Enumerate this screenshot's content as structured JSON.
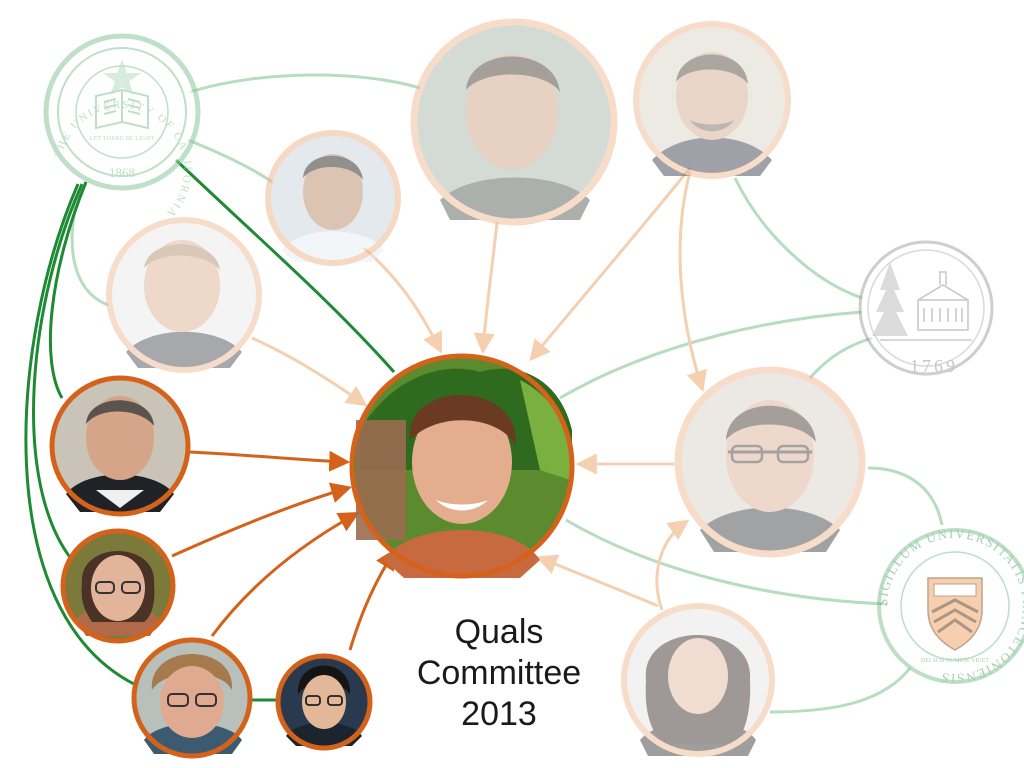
{
  "caption": {
    "line1": "Quals",
    "line2": "Committee",
    "line3": "2013"
  },
  "colors": {
    "accent_orange": "#d4621a",
    "faded_orange": "#f4d0b0",
    "accent_green": "#1e8a34",
    "faded_green": "#b7dcbf",
    "seal_green": "#c9e3cc"
  },
  "seals": [
    {
      "id": "uc",
      "ring_text": "THE UNIVERSITY OF CALIFORNIA",
      "year": "1868",
      "motto": "LET THERE BE LIGHT"
    },
    {
      "id": "dartmouth",
      "year": "1769"
    },
    {
      "id": "princeton",
      "ring_text": "SIGILLUM UNIVERSITATIS PRINCETONIENSIS",
      "motto": "DEI SUB NUMINE VIGET"
    }
  ],
  "people": [
    {
      "id": "center",
      "role": "student",
      "highlight": true
    },
    {
      "id": "top-center",
      "highlight": false
    },
    {
      "id": "top-right",
      "highlight": false
    },
    {
      "id": "upper-left-small",
      "highlight": false
    },
    {
      "id": "left-faded",
      "highlight": false
    },
    {
      "id": "right-faded",
      "highlight": false
    },
    {
      "id": "bottom-right-faded",
      "highlight": false
    },
    {
      "id": "committee-1",
      "highlight": true
    },
    {
      "id": "committee-2",
      "highlight": true
    },
    {
      "id": "committee-3",
      "highlight": true
    },
    {
      "id": "committee-4",
      "highlight": true
    }
  ]
}
